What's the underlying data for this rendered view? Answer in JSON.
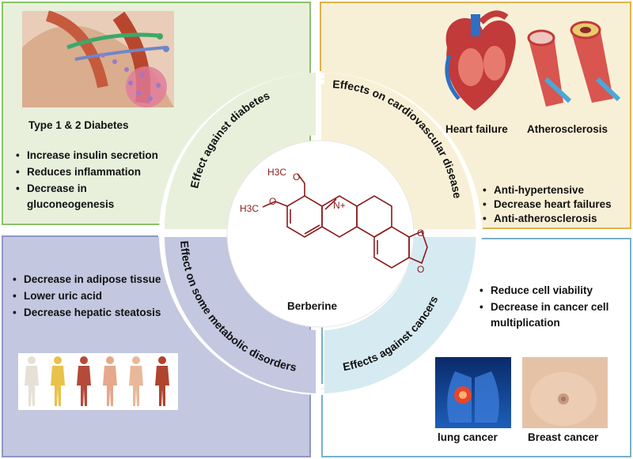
{
  "center": {
    "compound_label": "Berberine",
    "formula_labels": [
      "H3C",
      "O",
      "H3C",
      "O",
      "N+",
      "O",
      "O"
    ]
  },
  "quadrants": {
    "diabetes": {
      "arc_title": "Effect against diabetes",
      "image_caption": "Type 1 & 2 Diabetes",
      "bullets": [
        "Increase insulin secretion",
        "Reduces inflammation",
        "Decrease in",
        "gluconeogenesis"
      ]
    },
    "cardiovascular": {
      "arc_title": "Effects on cardiovascular disease",
      "image_captions": [
        "Heart failure",
        "Atherosclerosis"
      ],
      "bullets": [
        "Anti-hypertensive",
        "Decrease heart failures",
        "Anti-atherosclerosis"
      ]
    },
    "metabolic": {
      "arc_title": "Effect on some metabolic disorders",
      "bullets": [
        "Decrease in adipose tissue",
        "Lower uric acid",
        "Decrease hepatic steatosis"
      ]
    },
    "cancers": {
      "arc_title": "Effects against cancers",
      "bullets": [
        "Reduce cell viability",
        "Decrease in cancer cell",
        "multiplication"
      ],
      "image_captions": [
        "lung cancer",
        "Breast cancer"
      ]
    }
  },
  "colors": {
    "diabetes_bg": "#e8f0dc",
    "cardio_bg": "#f8f0d6",
    "metabolic_bg": "#c3c7e0",
    "cancer_bg": "#d6eaf2",
    "molecule": "#8b1a1a"
  }
}
